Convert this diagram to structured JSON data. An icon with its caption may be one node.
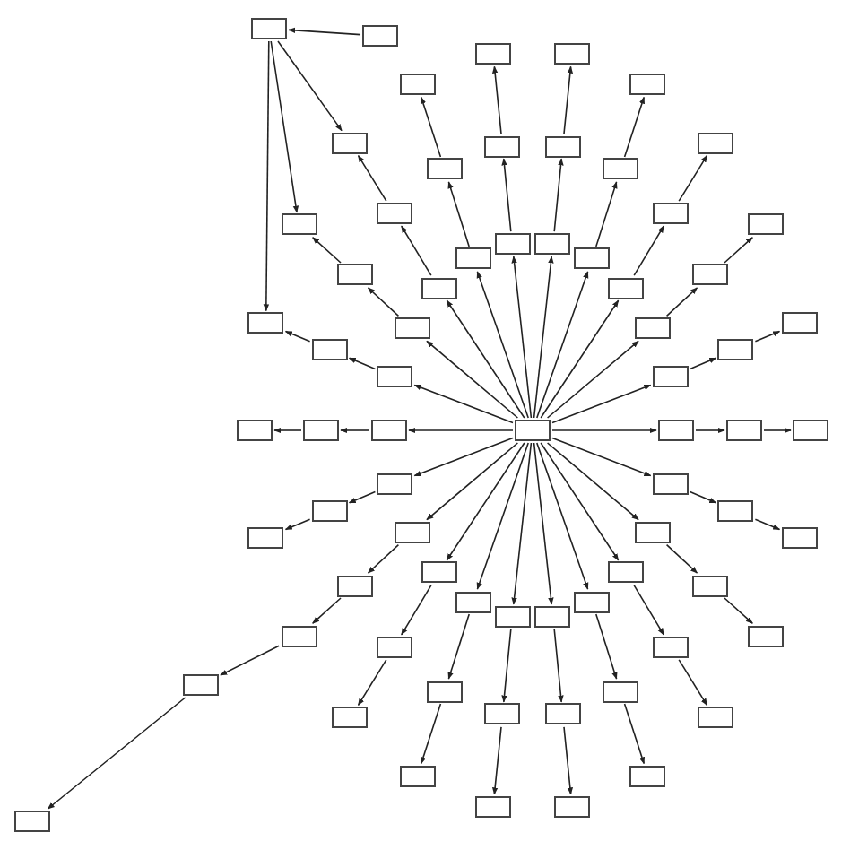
{
  "diagram": {
    "nodes": [
      {
        "text": [],
        "shape": "box"
      },
      {
        "text": [],
        "shape": "box"
      },
      {
        "text": [],
        "shape": "box"
      },
      {
        "text": [],
        "shape": "box"
      },
      {
        "text": [],
        "shape": "box"
      },
      {
        "text": [],
        "shape": "box"
      },
      {
        "text": [],
        "shape": "box"
      },
      {
        "text": [],
        "shape": "box"
      },
      {
        "text": [],
        "shape": "box"
      },
      {
        "text": [],
        "shape": "box"
      },
      {
        "text": [],
        "shape": "box"
      },
      {
        "text": [],
        "shape": "box"
      },
      {
        "text": [],
        "shape": "box"
      },
      {
        "text": [],
        "shape": "box"
      },
      {
        "text": [],
        "shape": "box"
      },
      {
        "text": [],
        "shape": "box"
      },
      {
        "text": [],
        "shape": "box"
      },
      {
        "text": [],
        "shape": "box"
      },
      {
        "text": [],
        "shape": "box"
      },
      {
        "text": [],
        "shape": "box"
      },
      {
        "text": [],
        "shape": "box"
      },
      {
        "text": [],
        "shape": "box"
      },
      {
        "text": [],
        "shape": "box"
      },
      {
        "text": [],
        "shape": "box"
      },
      {
        "text": [],
        "shape": "box"
      },
      {
        "text": [],
        "shape": "box"
      },
      {
        "text": [],
        "shape": "box"
      },
      {
        "text": [],
        "shape": "box"
      },
      {
        "text": [],
        "shape": "box"
      },
      {
        "text": [],
        "shape": "box"
      },
      {
        "text": [],
        "shape": "box"
      },
      {
        "text": [],
        "shape": "box"
      },
      {
        "text": [],
        "shape": "box"
      },
      {
        "text": [],
        "shape": "box"
      },
      {
        "text": [],
        "shape": "box"
      },
      {
        "text": [],
        "shape": "box"
      },
      {
        "text": [],
        "shape": "box"
      },
      {
        "text": [],
        "shape": "box"
      },
      {
        "text": [],
        "shape": "box"
      },
      {
        "text": [],
        "shape": "box"
      },
      {
        "text": [],
        "shape": "box"
      },
      {
        "text": [],
        "shape": "box"
      },
      {
        "text": [],
        "shape": "box"
      },
      {
        "text": [],
        "shape": "box"
      },
      {
        "text": [],
        "shape": "box"
      },
      {
        "text": [],
        "shape": "box"
      },
      {
        "text": [],
        "shape": "box"
      },
      {
        "text": [],
        "shape": "box"
      },
      {
        "text": [],
        "shape": "box"
      },
      {
        "text": [],
        "shape": "box"
      },
      {
        "text": [],
        "shape": "box"
      },
      {
        "text": [],
        "shape": "box"
      },
      {
        "text": [],
        "shape": "box"
      },
      {
        "text": [],
        "shape": "box"
      },
      {
        "text": [],
        "shape": "box"
      },
      {
        "text": [],
        "shape": "box"
      },
      {
        "text": [],
        "shape": "box"
      },
      {
        "text": [],
        "shape": "box"
      },
      {
        "text": [],
        "shape": "box"
      },
      {
        "text": [],
        "shape": "box"
      },
      {
        "text": [],
        "shape": "box"
      },
      {
        "text": [],
        "shape": "box"
      },
      {
        "text": [],
        "shape": "box"
      },
      {
        "text": [],
        "shape": "box"
      },
      {
        "text": [],
        "shape": "box"
      },
      {
        "text": [],
        "shape": "box"
      },
      {
        "text": [],
        "shape": "box"
      },
      {
        "text": [],
        "shape": "box"
      },
      {
        "text": [],
        "shape": "box"
      },
      {
        "text": [],
        "shape": "box"
      },
      {
        "text": [],
        "shape": "box"
      }
    ],
    "edges": [
      {
        "from": 2,
        "to": 1,
        "arrow": "to"
      },
      {
        "from": 1,
        "to": 66,
        "arrow": "to"
      },
      {
        "from": 1,
        "to": 67,
        "arrow": "to"
      },
      {
        "from": 1,
        "to": 68,
        "arrow": "to"
      },
      {
        "from": 0,
        "to": 5,
        "arrow": "to"
      },
      {
        "from": 0,
        "to": 6,
        "arrow": "to"
      },
      {
        "from": 0,
        "to": 7,
        "arrow": "to"
      },
      {
        "from": 0,
        "to": 8,
        "arrow": "to"
      },
      {
        "from": 0,
        "to": 9,
        "arrow": "to"
      },
      {
        "from": 0,
        "to": 10,
        "arrow": "to"
      },
      {
        "from": 0,
        "to": 11,
        "arrow": "to"
      },
      {
        "from": 0,
        "to": 12,
        "arrow": "to"
      },
      {
        "from": 0,
        "to": 13,
        "arrow": "to"
      },
      {
        "from": 0,
        "to": 14,
        "arrow": "to"
      },
      {
        "from": 0,
        "to": 15,
        "arrow": "to"
      },
      {
        "from": 0,
        "to": 16,
        "arrow": "to"
      },
      {
        "from": 0,
        "to": 17,
        "arrow": "to"
      },
      {
        "from": 0,
        "to": 18,
        "arrow": "to"
      },
      {
        "from": 0,
        "to": 19,
        "arrow": "to"
      },
      {
        "from": 0,
        "to": 20,
        "arrow": "to"
      },
      {
        "from": 0,
        "to": 21,
        "arrow": "to"
      },
      {
        "from": 0,
        "to": 22,
        "arrow": "to"
      },
      {
        "from": 0,
        "to": 23,
        "arrow": "to"
      },
      {
        "from": 0,
        "to": 24,
        "arrow": "to"
      },
      {
        "from": 0,
        "to": 25,
        "arrow": "to"
      },
      {
        "from": 0,
        "to": 26,
        "arrow": "to"
      },
      {
        "from": 5,
        "to": 27,
        "arrow": "to"
      },
      {
        "from": 6,
        "to": 28,
        "arrow": "to"
      },
      {
        "from": 7,
        "to": 29,
        "arrow": "to"
      },
      {
        "from": 8,
        "to": 30,
        "arrow": "to"
      },
      {
        "from": 9,
        "to": 31,
        "arrow": "to"
      },
      {
        "from": 10,
        "to": 32,
        "arrow": "to"
      },
      {
        "from": 11,
        "to": 33,
        "arrow": "to"
      },
      {
        "from": 12,
        "to": 34,
        "arrow": "to"
      },
      {
        "from": 13,
        "to": 35,
        "arrow": "to"
      },
      {
        "from": 14,
        "to": 36,
        "arrow": "to"
      },
      {
        "from": 15,
        "to": 37,
        "arrow": "to"
      },
      {
        "from": 16,
        "to": 38,
        "arrow": "to"
      },
      {
        "from": 17,
        "to": 39,
        "arrow": "to"
      },
      {
        "from": 18,
        "to": 40,
        "arrow": "to"
      },
      {
        "from": 19,
        "to": 41,
        "arrow": "to"
      },
      {
        "from": 20,
        "to": 42,
        "arrow": "to"
      },
      {
        "from": 21,
        "to": 43,
        "arrow": "to"
      },
      {
        "from": 22,
        "to": 44,
        "arrow": "to"
      },
      {
        "from": 23,
        "to": 45,
        "arrow": "to"
      },
      {
        "from": 24,
        "to": 46,
        "arrow": "to"
      },
      {
        "from": 25,
        "to": 47,
        "arrow": "to"
      },
      {
        "from": 26,
        "to": 48,
        "arrow": "to"
      },
      {
        "from": 27,
        "to": 49,
        "arrow": "to"
      },
      {
        "from": 28,
        "to": 50,
        "arrow": "to"
      },
      {
        "from": 29,
        "to": 51,
        "arrow": "to"
      },
      {
        "from": 30,
        "to": 52,
        "arrow": "to"
      },
      {
        "from": 31,
        "to": 53,
        "arrow": "to"
      },
      {
        "from": 32,
        "to": 54,
        "arrow": "to"
      },
      {
        "from": 33,
        "to": 55,
        "arrow": "to"
      },
      {
        "from": 34,
        "to": 56,
        "arrow": "to"
      },
      {
        "from": 35,
        "to": 57,
        "arrow": "to"
      },
      {
        "from": 36,
        "to": 58,
        "arrow": "to"
      },
      {
        "from": 37,
        "to": 59,
        "arrow": "to"
      },
      {
        "from": 38,
        "to": 60,
        "arrow": "to"
      },
      {
        "from": 39,
        "to": 61,
        "arrow": "to"
      },
      {
        "from": 40,
        "to": 62,
        "arrow": "to"
      },
      {
        "from": 41,
        "to": 63,
        "arrow": "to"
      },
      {
        "from": 42,
        "to": 64,
        "arrow": "to"
      },
      {
        "from": 43,
        "to": 65,
        "arrow": "to"
      },
      {
        "from": 44,
        "to": 66,
        "arrow": "to"
      },
      {
        "from": 45,
        "to": 67,
        "arrow": "to"
      },
      {
        "from": 46,
        "to": 68,
        "arrow": "to"
      },
      {
        "from": 47,
        "to": 69,
        "arrow": "to"
      },
      {
        "from": 48,
        "to": 70,
        "arrow": "to"
      },
      {
        "from": 63,
        "to": 3,
        "arrow": "to"
      },
      {
        "from": 3,
        "to": 4,
        "arrow": "to"
      }
    ]
  }
}
